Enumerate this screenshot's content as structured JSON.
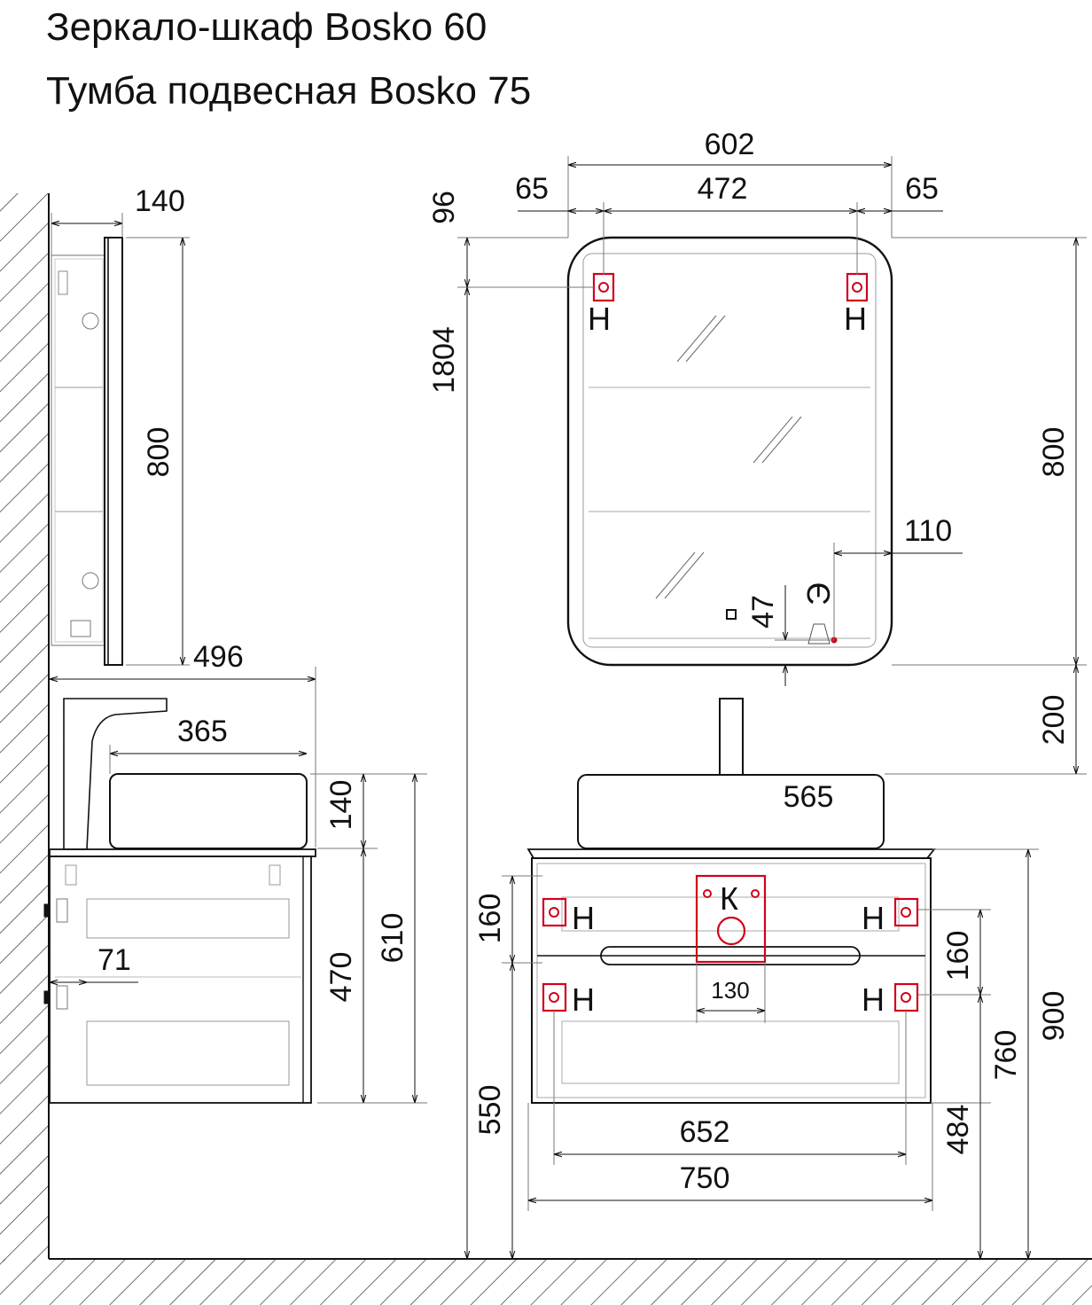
{
  "titles": {
    "line1": "Зеркало-шкаф Bosko 60",
    "line2": "Тумба подвесная Bosko 75"
  },
  "dimensions": {
    "mirror_depth": "140",
    "mirror_height_side": "800",
    "cabinet_depth": "496",
    "basin_depth": "365",
    "basin_height_side": "140",
    "cabinet_body_height": "470",
    "cabinet_total_height": "610",
    "side_offset": "71",
    "mirror_width": "602",
    "mirror_margin_left": "65",
    "mirror_hanger_span": "472",
    "mirror_margin_right": "65",
    "mirror_top_offset": "96",
    "mirror_hanger_height": "1804",
    "mirror_height_front": "800",
    "socket_offset": "110",
    "socket_height": "47",
    "mirror_gap": "200",
    "basin_width": "565",
    "cabinet_top_hanger": "160",
    "hanger_spacing": "160",
    "drain_width": "130",
    "cabinet_hanger_height": "550",
    "inner_width": "652",
    "cabinet_width": "750",
    "cabinet_hanger_height_right": "760",
    "cabinet_bottom_height": "484",
    "cabinet_top_height": "900"
  },
  "markers": {
    "hanger": "Н",
    "electric": "Э",
    "sewer": "К"
  },
  "colors": {
    "line": "#111111",
    "thin": "#777777",
    "marker": "#d0021b"
  }
}
